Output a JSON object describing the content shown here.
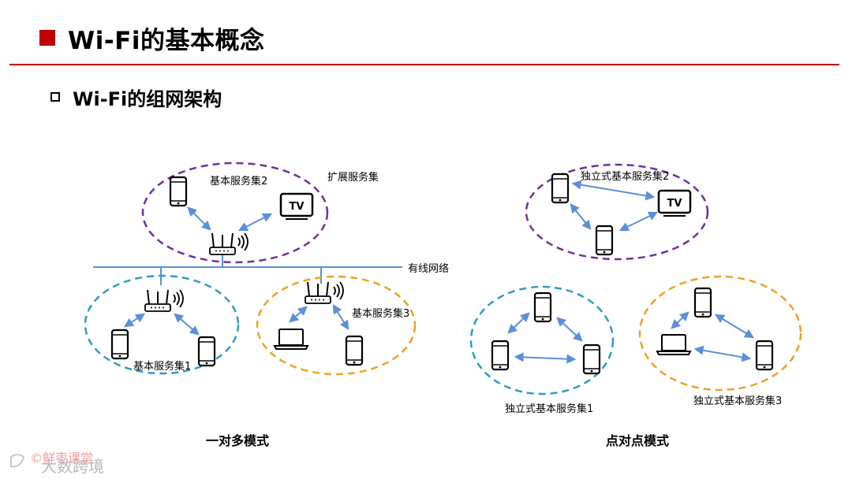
{
  "header": {
    "title": "Wi-Fi的基本概念",
    "subtitle": "Wi-Fi的组网架构"
  },
  "left_diagram": {
    "caption": "一对多模式",
    "ess_label": "扩展服务集",
    "wired_label": "有线网络",
    "bss": [
      {
        "label": "基本服务集2",
        "color": "#7030a0"
      },
      {
        "label": "基本服务集1",
        "color": "#2e9bc6"
      },
      {
        "label": "基本服务集3",
        "color": "#f0a020"
      }
    ]
  },
  "right_diagram": {
    "caption": "点对点模式",
    "ibss": [
      {
        "label": "独立式基本服务集2",
        "color": "#7030a0"
      },
      {
        "label": "独立式基本服务集1",
        "color": "#2e9bc6"
      },
      {
        "label": "独立式基本服务集3",
        "color": "#f0a020"
      }
    ]
  },
  "icons": {
    "tv_text": "TV"
  },
  "colors": {
    "accent": "#c00000",
    "link": "#5b8fd8",
    "wired": "#5b8fd8"
  },
  "watermark": {
    "line1": "©鲜枣课堂",
    "line2": "大数跨境"
  }
}
